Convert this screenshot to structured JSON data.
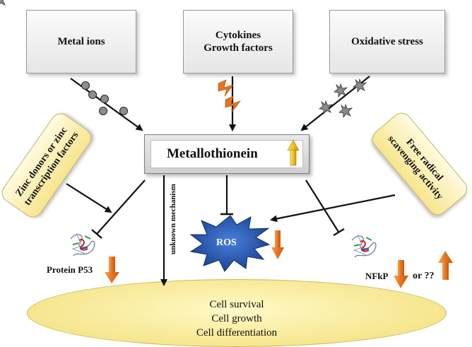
{
  "boxes": {
    "metal_ions": "Metal ions",
    "cytokines_line1": "Cytokines",
    "cytokines_line2": "Growth factors",
    "oxidative_stress": "Oxidative stress"
  },
  "center": {
    "metallothionein": "Metallothionein"
  },
  "side_boxes": {
    "zinc_line1": "Zinc donors or zinc",
    "zinc_line2": "transcription factors",
    "radical_line1": "Free radical",
    "radical_line2": "scavenging activity"
  },
  "labels": {
    "unknown_mechanism": "unknown mechanism",
    "ros": "ROS",
    "protein_p53": "Protein P53",
    "nfkp": "NFkP",
    "or_unknown": "or ??"
  },
  "outcomes": {
    "line1": "Cell survival",
    "line2": "Cell growth",
    "line3": "Cell differentiation"
  },
  "colors": {
    "arrow_orange": "#e8731c",
    "arrow_yellow": "#f2c01e",
    "ros_star": "#1f4fa8",
    "ellipse": "#f6e68e",
    "side_box": "#f7e58d"
  }
}
